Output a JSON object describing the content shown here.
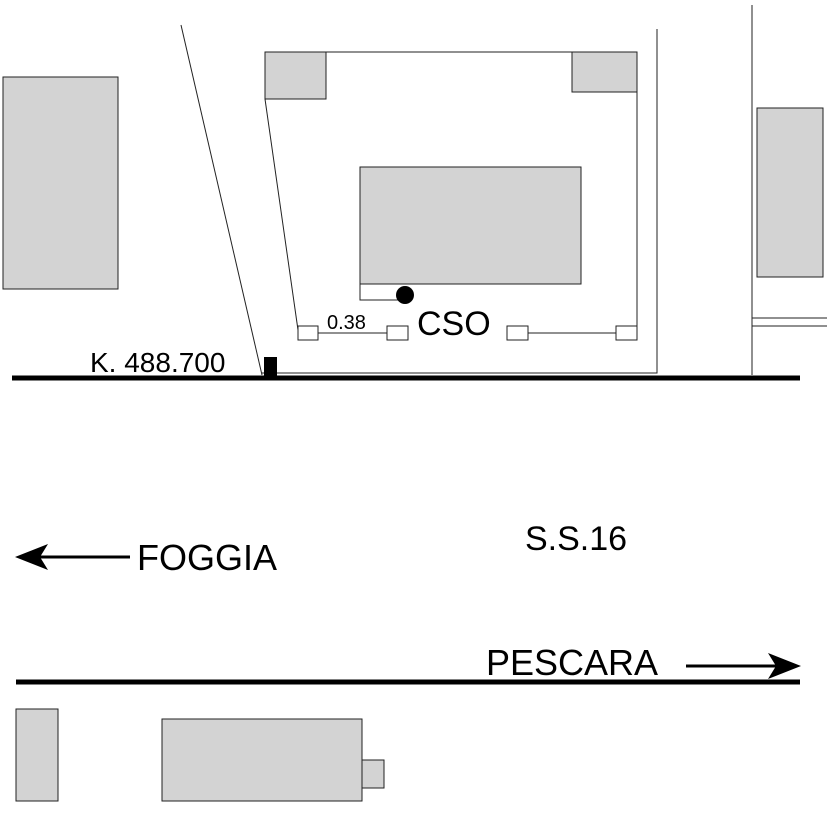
{
  "labels": {
    "km_marker": "K. 488.700",
    "distance": "0.38",
    "station": "CSO",
    "road": "S.S.16",
    "west_destination": "FOGGIA",
    "east_destination": "PESCARA"
  },
  "icons": {
    "west_arrow": "arrow-left-icon",
    "east_arrow": "arrow-right-icon",
    "station_point": "filled-circle-icon",
    "km_marker": "filled-square-icon"
  },
  "colors": {
    "building_fill": "#d3d3d3",
    "line": "#000000",
    "background": "#ffffff"
  }
}
